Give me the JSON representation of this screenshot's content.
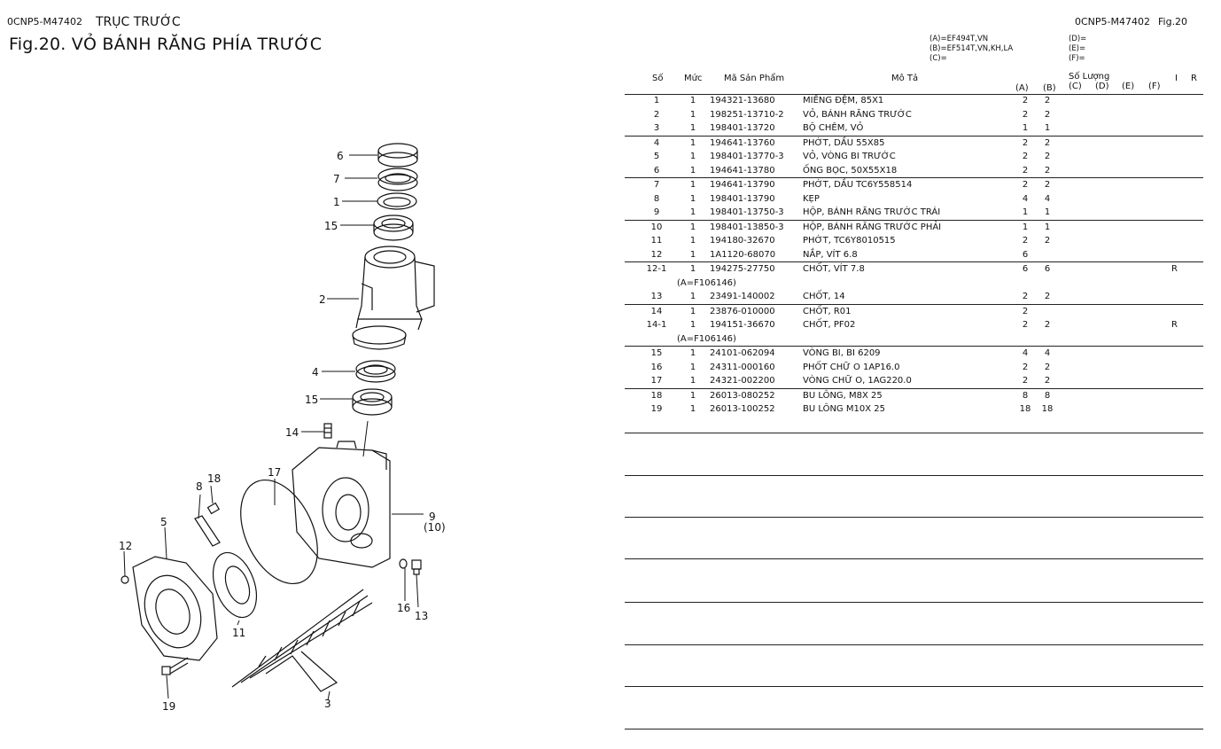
{
  "header": {
    "code_left": "0CNP5-M47402",
    "section": "TRỤC TRƯỚC",
    "fig_title": "Fig.20.  VỎ BÁNH RĂNG PHÍA TRƯỚC",
    "code_right": "0CNP5-M47402",
    "fig_ref": "Fig.20"
  },
  "legend": {
    "a": "(A)=EF494T,VN",
    "b": "(B)=EF514T,VN,KH,LA",
    "c": "(C)=",
    "d": "(D)=",
    "e": "(E)=",
    "f": "(F)="
  },
  "columns": {
    "no": "Số",
    "level": "Mức",
    "part_no": "Mã Sản Phẩm",
    "desc": "Mô Tả",
    "qty": "Số Lượng",
    "a": "(A)",
    "b": "(B)",
    "c": "(C)",
    "d": "(D)",
    "e": "(E)",
    "f": "(F)",
    "i": "I",
    "r": "R"
  },
  "parts": [
    {
      "no": "1",
      "lv": "1",
      "pn": "194321-13680",
      "desc": "MIẾNG ĐỆM, 85X1",
      "a": "2",
      "b": "2",
      "r": "",
      "sep": false
    },
    {
      "no": "2",
      "lv": "1",
      "pn": "198251-13710-2",
      "desc": "VỎ, BÁNH RĂNG TRƯỚC",
      "a": "2",
      "b": "2",
      "r": "",
      "sep": false
    },
    {
      "no": "3",
      "lv": "1",
      "pn": "198401-13720",
      "desc": "BỘ CHÊM, VỎ",
      "a": "1",
      "b": "1",
      "r": "",
      "sep": false
    },
    {
      "no": "4",
      "lv": "1",
      "pn": "194641-13760",
      "desc": "PHỚT, DẦU 55X85",
      "a": "2",
      "b": "2",
      "r": "",
      "sep": true
    },
    {
      "no": "5",
      "lv": "1",
      "pn": "198401-13770-3",
      "desc": "VỎ, VÒNG BI TRƯỚC",
      "a": "2",
      "b": "2",
      "r": "",
      "sep": false
    },
    {
      "no": "6",
      "lv": "1",
      "pn": "194641-13780",
      "desc": "ỐNG BỌC, 50X55X18",
      "a": "2",
      "b": "2",
      "r": "",
      "sep": false
    },
    {
      "no": "7",
      "lv": "1",
      "pn": "194641-13790",
      "desc": "PHỚT, DẦU TC6Y558514",
      "a": "2",
      "b": "2",
      "r": "",
      "sep": true
    },
    {
      "no": "8",
      "lv": "1",
      "pn": "198401-13790",
      "desc": "KẸP",
      "a": "4",
      "b": "4",
      "r": "",
      "sep": false
    },
    {
      "no": "9",
      "lv": "1",
      "pn": "198401-13750-3",
      "desc": "HỘP, BÁNH RĂNG TRƯỚC TRÁI",
      "a": "1",
      "b": "1",
      "r": "",
      "sep": false
    },
    {
      "no": "10",
      "lv": "1",
      "pn": "198401-13850-3",
      "desc": "HỘP, BÁNH RĂNG TRƯỚC PHẢI",
      "a": "1",
      "b": "1",
      "r": "",
      "sep": true
    },
    {
      "no": "11",
      "lv": "1",
      "pn": "194180-32670",
      "desc": "PHỚT, TC6Y8010515",
      "a": "2",
      "b": "2",
      "r": "",
      "sep": false
    },
    {
      "no": "12",
      "lv": "1",
      "pn": "1A1120-68070",
      "desc": "NẮP, VÍT 6.8",
      "a": "6",
      "b": "",
      "r": "",
      "sep": false
    },
    {
      "no": "12-1",
      "lv": "1",
      "pn": "194275-27750",
      "desc": "CHỐT, VÍT 7.8",
      "a": "6",
      "b": "6",
      "r": "R",
      "sep": true,
      "note": "(A=F106146)"
    },
    {
      "no": "13",
      "lv": "1",
      "pn": "23491-140002",
      "desc": "CHỐT, 14",
      "a": "2",
      "b": "2",
      "r": "",
      "sep": false
    },
    {
      "no": "14",
      "lv": "1",
      "pn": "23876-010000",
      "desc": "CHỐT, R01",
      "a": "2",
      "b": "",
      "r": "",
      "sep": true
    },
    {
      "no": "14-1",
      "lv": "1",
      "pn": "194151-36670",
      "desc": "CHỐT, PF02",
      "a": "2",
      "b": "2",
      "r": "R",
      "sep": false,
      "note": "(A=F106146)"
    },
    {
      "no": "15",
      "lv": "1",
      "pn": "24101-062094",
      "desc": "VÒNG BI, BI 6209",
      "a": "4",
      "b": "4",
      "r": "",
      "sep": true
    },
    {
      "no": "16",
      "lv": "1",
      "pn": "24311-000160",
      "desc": "PHỐT CHỮ O 1AP16.0",
      "a": "2",
      "b": "2",
      "r": "",
      "sep": false
    },
    {
      "no": "17",
      "lv": "1",
      "pn": "24321-002200",
      "desc": "VÒNG CHỮ O, 1AG220.0",
      "a": "2",
      "b": "2",
      "r": "",
      "sep": false
    },
    {
      "no": "18",
      "lv": "1",
      "pn": "26013-080252",
      "desc": "BU LÔNG, M8X 25",
      "a": "8",
      "b": "8",
      "r": "",
      "sep": true
    },
    {
      "no": "19",
      "lv": "1",
      "pn": "26013-100252",
      "desc": "BU LÔNG M10X 25",
      "a": "18",
      "b": "18",
      "r": "",
      "sep": false
    }
  ],
  "diagram": {
    "callouts": [
      "6",
      "7",
      "1",
      "15",
      "2",
      "4",
      "15",
      "14",
      "17",
      "18",
      "8",
      "5",
      "12",
      "9",
      "(10)",
      "11",
      "16",
      "13",
      "19",
      "3"
    ]
  }
}
